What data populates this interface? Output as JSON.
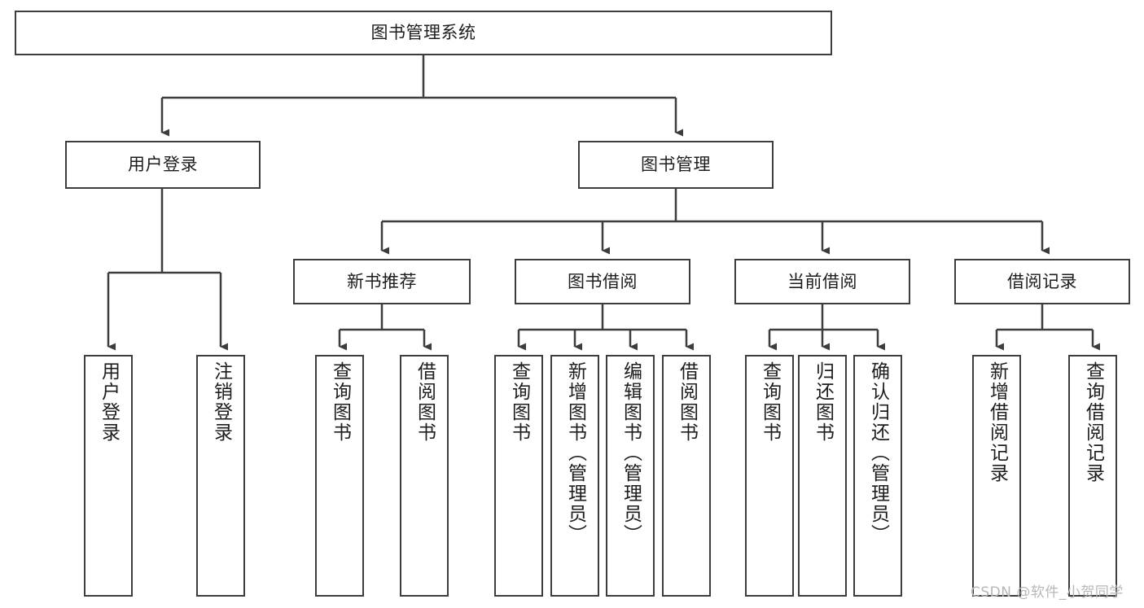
{
  "diagram": {
    "type": "tree",
    "title": "图书管理系统",
    "orientation": "top-down",
    "colors": {
      "background": "#ffffff",
      "border": "#3d3d3d",
      "connector": "#3d3d3d",
      "text": "#1d1d1d",
      "watermark": "#b7b7b7"
    },
    "levels": {
      "root": "图书管理系统",
      "level2": [
        "用户登录",
        "图书管理"
      ],
      "level3": [
        "新书推荐",
        "图书借阅",
        "当前借阅",
        "借阅记录"
      ]
    }
  },
  "nodes": {
    "root": {
      "label": "图书管理系统"
    },
    "user_login": {
      "label": "用户登录"
    },
    "book_manage": {
      "label": "图书管理"
    },
    "new_book_rec": {
      "label": "新书推荐"
    },
    "book_borrow": {
      "label": "图书借阅"
    },
    "current_borrow": {
      "label": "当前借阅"
    },
    "borrow_record": {
      "label": "借阅记录"
    }
  },
  "leaves": {
    "user_login": [
      {
        "label": "用户登录"
      },
      {
        "label": "注销登录"
      }
    ],
    "new_book_rec": [
      {
        "label": "查询图书"
      },
      {
        "label": "借阅图书"
      }
    ],
    "book_borrow": [
      {
        "label": "查询图书"
      },
      {
        "label": "新增图书（管理员）"
      },
      {
        "label": "编辑图书（管理员）"
      },
      {
        "label": "借阅图书"
      }
    ],
    "current_borrow": [
      {
        "label": "查询图书"
      },
      {
        "label": "归还图书"
      },
      {
        "label": "确认归还（管理员）"
      }
    ],
    "borrow_record": [
      {
        "label": "新增借阅记录"
      },
      {
        "label": "查询借阅记录"
      }
    ]
  },
  "watermark": {
    "text": "CSDN @软件_小贺同学"
  }
}
